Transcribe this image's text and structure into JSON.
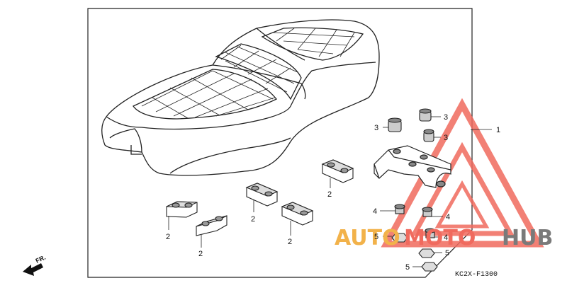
{
  "diagram": {
    "drawing_code": "KC2X-F1300",
    "direction_label": "FR.",
    "callouts": {
      "c1": "1",
      "c2a": "2",
      "c2b": "2",
      "c2c": "2",
      "c2d": "2",
      "c2e": "2",
      "c3a": "3",
      "c3b": "3",
      "c3c": "3",
      "c4a": "4",
      "c4b": "4",
      "c4c": "4",
      "c5a": "5",
      "c5b": "5",
      "c5c": "5"
    }
  },
  "watermark": {
    "part1": "AUTO",
    "part2": "MOTO",
    "part3": "HUB",
    "color_primary": "#f06a5e",
    "color_secondary": "#f2b24a",
    "color_dark": "#7a7a7a"
  }
}
